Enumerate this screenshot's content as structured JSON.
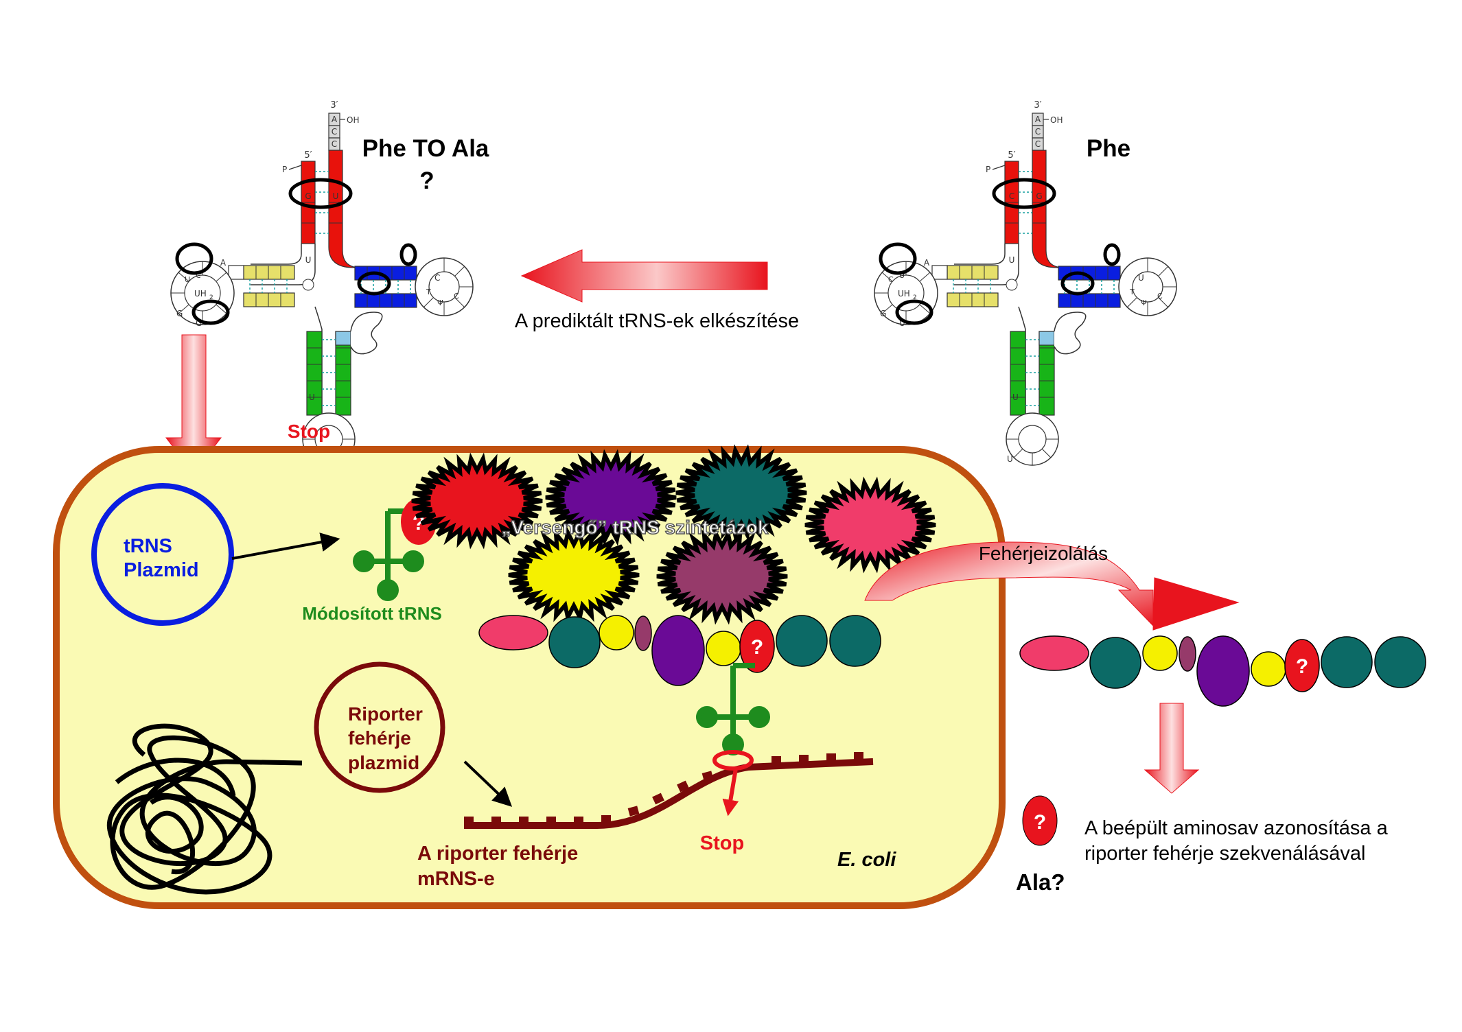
{
  "top_left_trna": {
    "title_line1": "Phe TO Ala",
    "title_line2": "?",
    "stop_label": "Stop"
  },
  "top_right_trna": {
    "title": "Phe"
  },
  "trna_labels": {
    "three_prime": "3′",
    "five_prime": "5′",
    "oh": "OH",
    "p": "P",
    "acc": [
      "A",
      "C",
      "C"
    ],
    "uh2": "UH",
    "uh2_sub": "2",
    "t_psi_c": [
      "T",
      "Ψ",
      "C"
    ],
    "u": "U",
    "a": "A",
    "g": "G",
    "c": "C"
  },
  "prep_arrow_label": "A prediktált tRNS-ek elkészítése",
  "cell": {
    "trna_plasmid_line1": "tRNS",
    "trna_plasmid_line2": "Plazmid",
    "modified_trna": "Módosított tRNS",
    "synthetases": "„Versengő” tRNS szintetázok",
    "reporter_plasmid_lines": [
      "Riporter",
      "fehérje",
      "plazmid"
    ],
    "mrna_label_lines": [
      "A riporter fehérje",
      "mRNS-e"
    ],
    "stop": "Stop",
    "organism": "E. coli",
    "question": "?"
  },
  "isolation_label": "Fehérjeizolálás",
  "result": {
    "question": "?",
    "ala": "Ala?",
    "identify_lines": [
      "A beépült aminosav azonosítása a",
      "riporter fehérje szekvenálásával"
    ]
  },
  "colors": {
    "red_stem": "#e8120c",
    "blue_stem": "#0a1ee0",
    "yellow_stem": "#e6e06a",
    "green_stem": "#18b418",
    "cell_fill": "#fafab4",
    "cell_border": "#c0500f",
    "dark_red": "#7a0a0a",
    "trna_green": "#1e8c1e",
    "teal": "#0c6a66",
    "purple": "#6a0a96",
    "magenta": "#f03c6a",
    "plum": "#963a6a",
    "yellow": "#f5f000"
  }
}
